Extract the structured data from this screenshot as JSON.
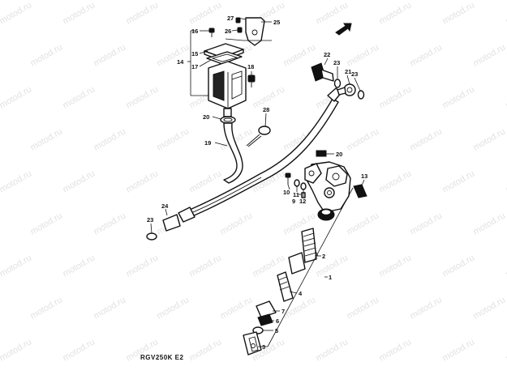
{
  "watermark": "motod.ru",
  "model_code": "RGV250K E2",
  "callouts": [
    {
      "id": "c27",
      "label": "27"
    },
    {
      "id": "c25",
      "label": "25"
    },
    {
      "id": "c16",
      "label": "16"
    },
    {
      "id": "c26",
      "label": "26"
    },
    {
      "id": "c15",
      "label": "15"
    },
    {
      "id": "c14",
      "label": "14"
    },
    {
      "id": "c17",
      "label": "17"
    },
    {
      "id": "c18",
      "label": "18"
    },
    {
      "id": "c22",
      "label": "22"
    },
    {
      "id": "c23a",
      "label": "23"
    },
    {
      "id": "c21",
      "label": "21"
    },
    {
      "id": "c23b",
      "label": "23"
    },
    {
      "id": "c28",
      "label": "28"
    },
    {
      "id": "c20a",
      "label": "20"
    },
    {
      "id": "c19",
      "label": "19"
    },
    {
      "id": "c20b",
      "label": "20"
    },
    {
      "id": "c10",
      "label": "10"
    },
    {
      "id": "c11",
      "label": "11"
    },
    {
      "id": "c9",
      "label": "9"
    },
    {
      "id": "c12",
      "label": "12"
    },
    {
      "id": "c13",
      "label": "13"
    },
    {
      "id": "c24",
      "label": "24"
    },
    {
      "id": "c23c",
      "label": "23"
    },
    {
      "id": "c2",
      "label": "2"
    },
    {
      "id": "c1",
      "label": "1"
    },
    {
      "id": "c4",
      "label": "4"
    },
    {
      "id": "c7",
      "label": "7"
    },
    {
      "id": "c6",
      "label": "6"
    },
    {
      "id": "c5",
      "label": "5"
    },
    {
      "id": "c3",
      "label": "3"
    }
  ]
}
